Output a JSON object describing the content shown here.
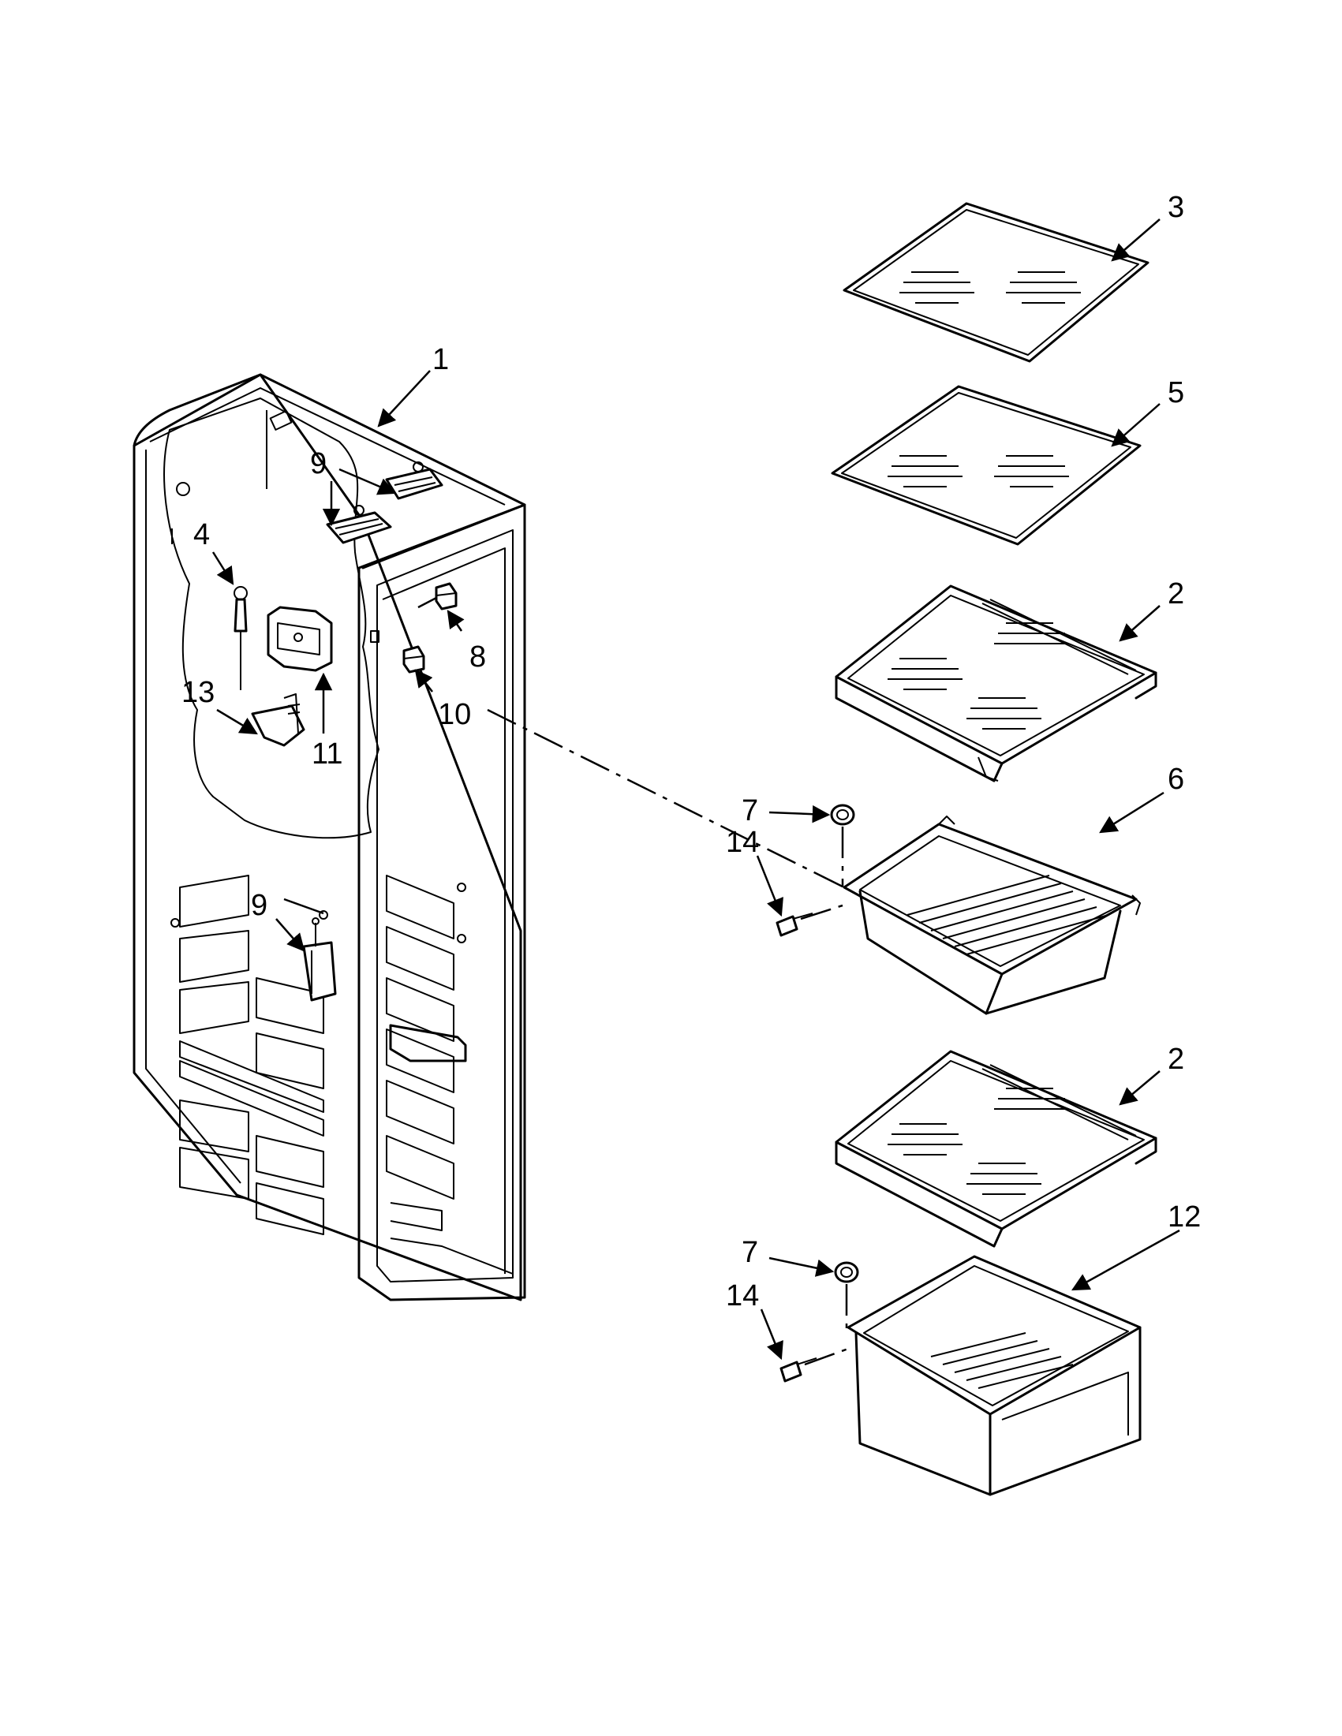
{
  "callouts": [
    {
      "id": "c1",
      "label": "1"
    },
    {
      "id": "c2a",
      "label": "2"
    },
    {
      "id": "c2b",
      "label": "2"
    },
    {
      "id": "c3",
      "label": "3"
    },
    {
      "id": "c4",
      "label": "4"
    },
    {
      "id": "c5",
      "label": "5"
    },
    {
      "id": "c6",
      "label": "6"
    },
    {
      "id": "c7a",
      "label": "7"
    },
    {
      "id": "c7b",
      "label": "7"
    },
    {
      "id": "c8",
      "label": "8"
    },
    {
      "id": "c9a",
      "label": "9"
    },
    {
      "id": "c9b",
      "label": "9"
    },
    {
      "id": "c10",
      "label": "10"
    },
    {
      "id": "c11",
      "label": "11"
    },
    {
      "id": "c12",
      "label": "12"
    },
    {
      "id": "c13",
      "label": "13"
    },
    {
      "id": "c14a",
      "label": "14"
    },
    {
      "id": "c14b",
      "label": "14"
    }
  ]
}
